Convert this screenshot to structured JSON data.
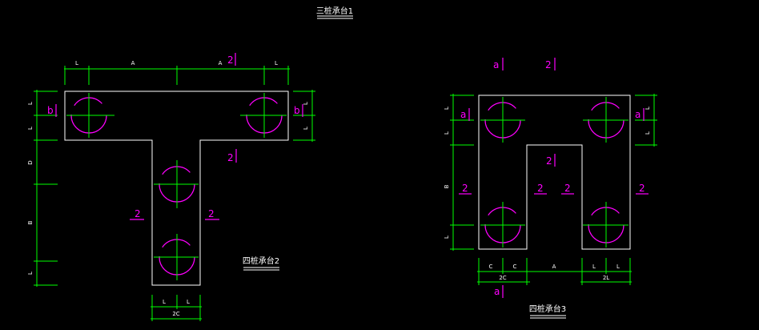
{
  "titles": {
    "three_pile_cap": "三桩承台1",
    "four_pile_cap_2": "四桩承台2",
    "four_pile_cap_3": "四桩承台3"
  },
  "cap2": {
    "dim_top": [
      "L",
      "A",
      "A",
      "L"
    ],
    "dim_left": [
      "L",
      "L",
      "D",
      "B",
      "L"
    ],
    "dim_right": [
      "L",
      "L"
    ],
    "dim_bottom_inner": [
      "L",
      "L"
    ],
    "dim_bottom_total": "2C",
    "bar_labels": {
      "top": "2",
      "flange_left": "b",
      "flange_right": "b",
      "web_top": "2",
      "web_left": "2",
      "web_right": "2"
    }
  },
  "cap3": {
    "dim_left": [
      "L",
      "L",
      "B",
      "L"
    ],
    "dim_right": [
      "L",
      "L"
    ],
    "dim_bottom_inner": [
      "C",
      "C",
      "A",
      "L",
      "L"
    ],
    "dim_bottom_total": [
      "2C",
      "2L"
    ],
    "bar_labels": {
      "top_left": "a",
      "top_right": "2",
      "corner_left": "a",
      "corner_right": "a",
      "notch": "2",
      "outer_left": "2",
      "outer_right": "2",
      "inner_left": "2",
      "inner_right": "2",
      "bottom": "a"
    }
  },
  "colors": {
    "background": "#000000",
    "outline": "#ffffff",
    "dimension": "#00ff00",
    "rebar": "#ff00ff"
  }
}
